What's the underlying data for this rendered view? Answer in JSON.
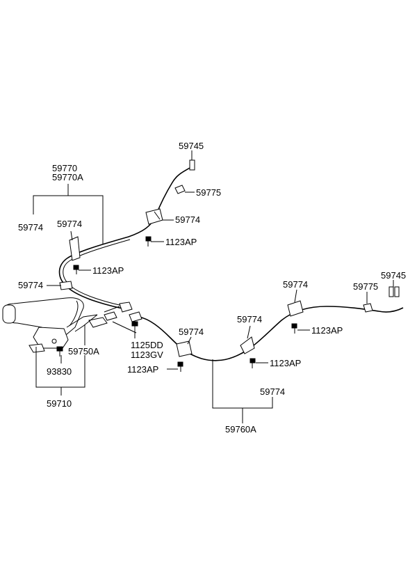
{
  "labels": {
    "p59745_top": "59745",
    "p59770": "59770",
    "p59770a": "59770A",
    "p59775_top": "59775",
    "p59774_left_outer": "59774",
    "p59774_left_inner": "59774",
    "p59774_clip_upper": "59774",
    "p1123ap_upper": "1123AP",
    "p1123ap_mid_left": "1123AP",
    "p59774_left_mid": "59774",
    "p59750a": "59750A",
    "p1125dd": "1125DD",
    "p1123gv": "1123GV",
    "p93830": "93830",
    "p59710": "59710",
    "p59774_center": "59774",
    "p1123ap_center": "1123AP",
    "p59774_right_mid": "59774",
    "p1123ap_right_mid": "1123AP",
    "p59774_right_upper": "59774",
    "p1123ap_right_upper": "1123AP",
    "p59775_right": "59775",
    "p59745_right": "59745",
    "p59774_bottom": "59774",
    "p59760a": "59760A"
  }
}
